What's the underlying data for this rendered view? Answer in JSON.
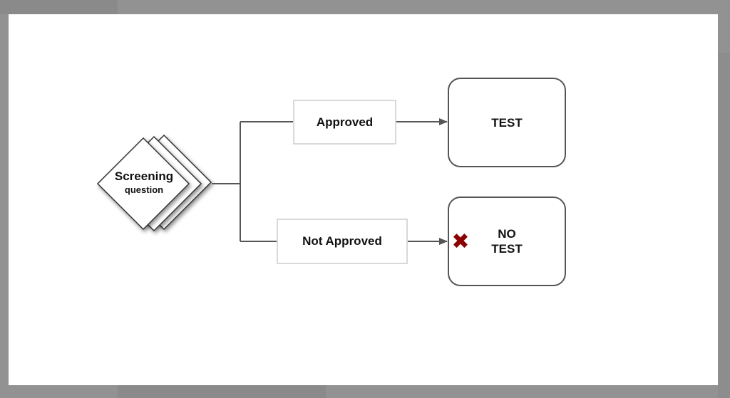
{
  "diagram": {
    "decision": {
      "title": "Screening",
      "subtitle": "question"
    },
    "branches": [
      {
        "label": "Approved",
        "target": "TEST"
      },
      {
        "label": "Not Approved",
        "target_lines": [
          "NO",
          "TEST"
        ]
      }
    ],
    "colors": {
      "stroke": "#555555",
      "label_border": "#d9d9d9",
      "reject_mark": "#8b0000"
    },
    "icons": {
      "reject": "close-x-icon"
    }
  }
}
